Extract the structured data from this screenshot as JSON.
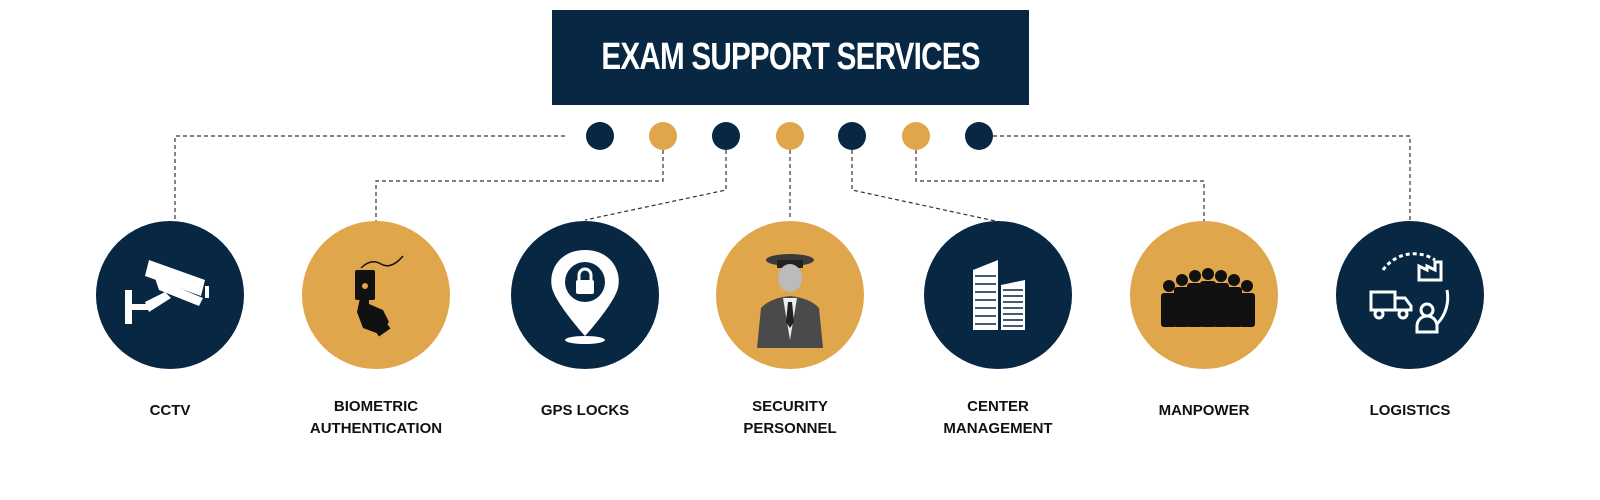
{
  "title": "EXAM SUPPORT SERVICES",
  "colors": {
    "navy": "#082742",
    "gold": "#e0a64b"
  },
  "services": [
    {
      "label_lines": [
        "CCTV"
      ],
      "icon": "cctv-camera-icon",
      "color": "navy"
    },
    {
      "label_lines": [
        "BIOMETRIC",
        "AUTHENTICATION"
      ],
      "icon": "fingerprint-scanner-icon",
      "color": "gold"
    },
    {
      "label_lines": [
        "GPS LOCKS"
      ],
      "icon": "location-lock-icon",
      "color": "navy"
    },
    {
      "label_lines": [
        "SECURITY",
        "PERSONNEL"
      ],
      "icon": "security-guard-icon",
      "color": "gold"
    },
    {
      "label_lines": [
        "CENTER",
        "MANAGEMENT"
      ],
      "icon": "buildings-icon",
      "color": "navy"
    },
    {
      "label_lines": [
        "MANPOWER"
      ],
      "icon": "group-people-icon",
      "color": "gold"
    },
    {
      "label_lines": [
        "LOGISTICS"
      ],
      "icon": "logistics-truck-icon",
      "color": "navy"
    }
  ]
}
